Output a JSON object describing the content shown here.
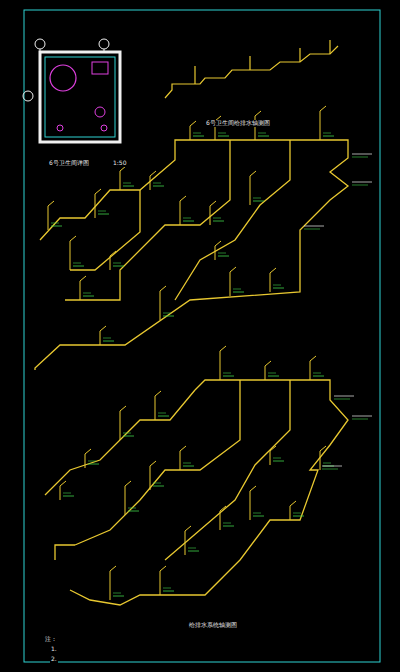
{
  "diagram": {
    "labels": [
      "6号卫生间详图",
      "1:50",
      "6号卫生间给排水轴测图",
      "给排水系统轴测图",
      "注：",
      "1.",
      "2."
    ]
  }
}
